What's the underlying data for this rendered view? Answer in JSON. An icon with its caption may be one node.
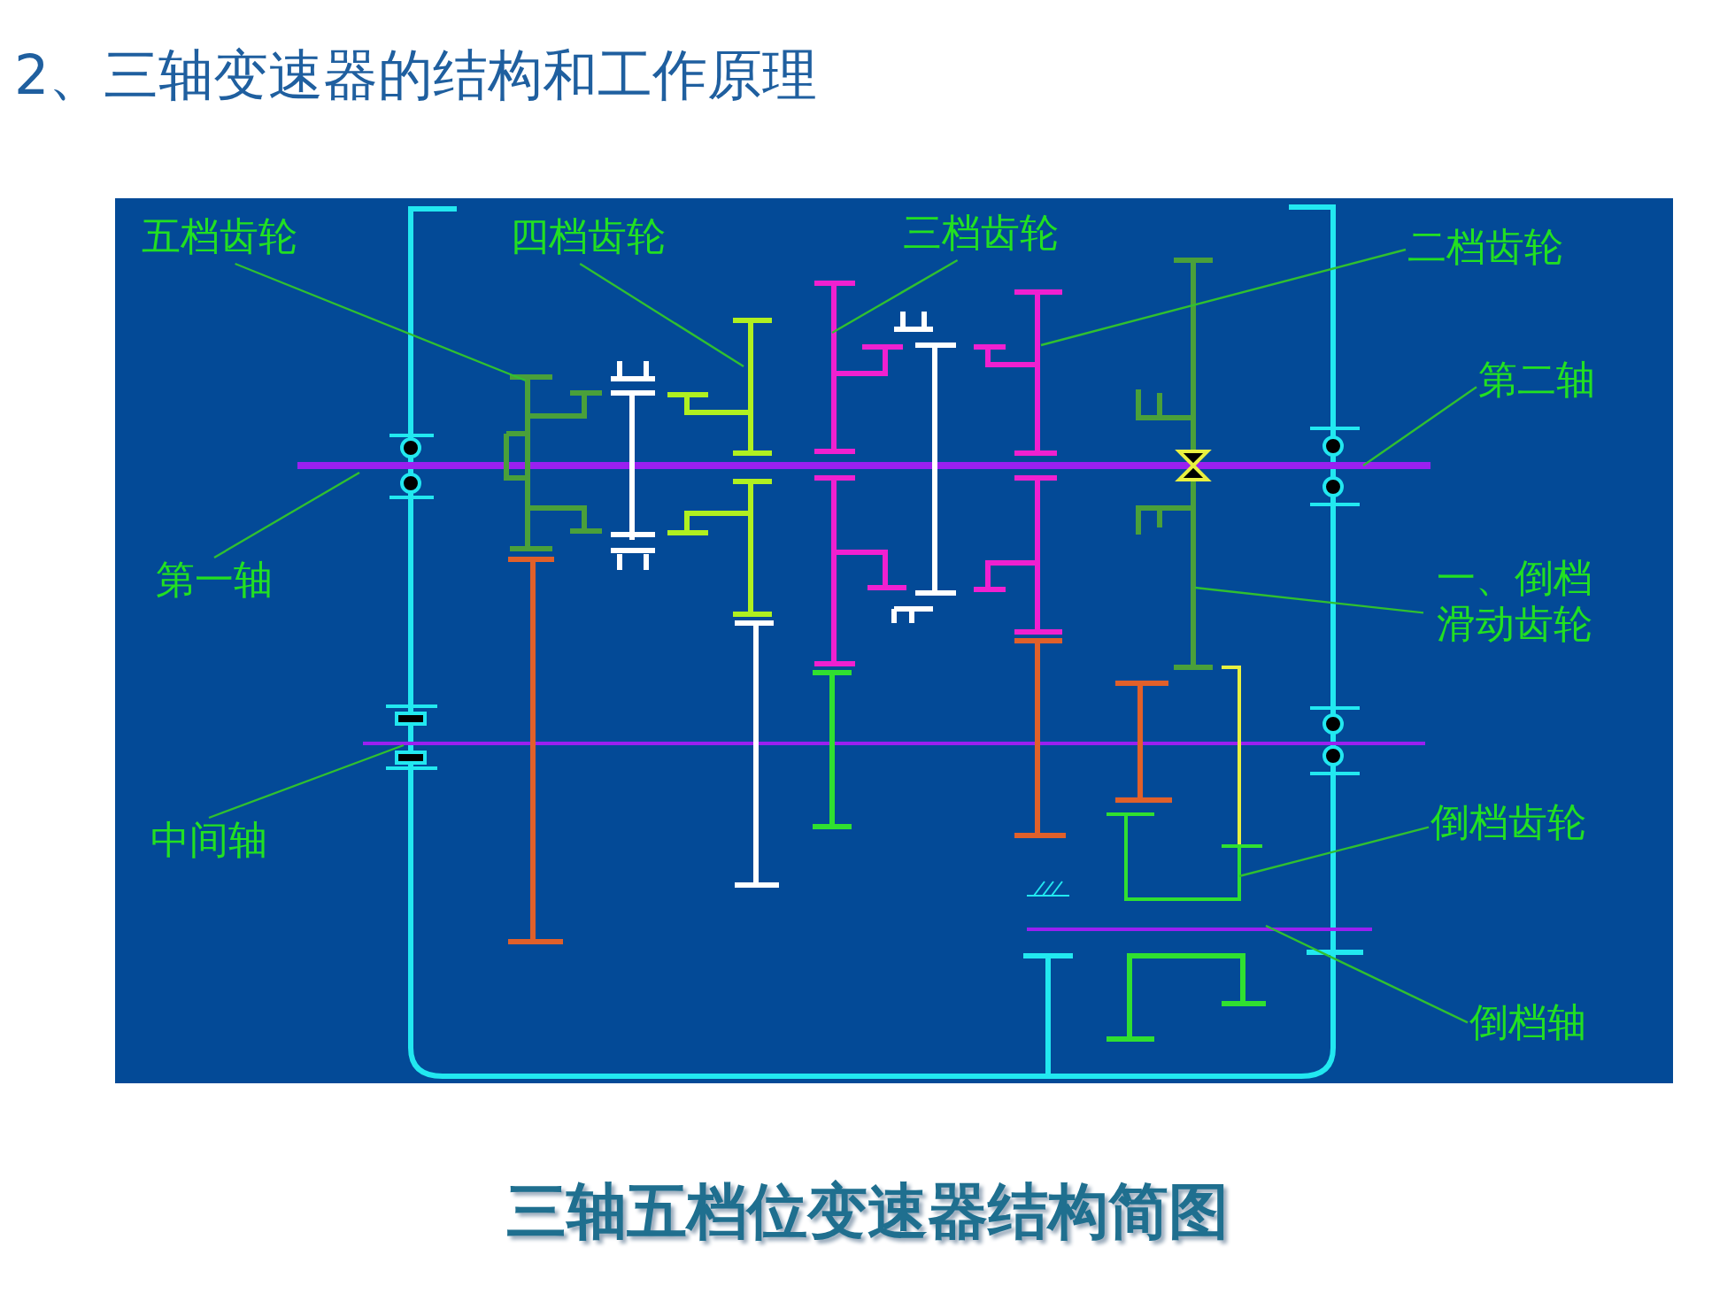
{
  "diagram": {
    "title": "2、三轴变速器的结构和工作原理",
    "caption": "三轴五档位变速器结构简图",
    "nodes": [
      {
        "text": [
          "五档齿轮"
        ]
      },
      {
        "text": [
          "四档齿轮"
        ]
      },
      {
        "text": [
          "三档齿轮"
        ]
      },
      {
        "text": [
          "二档齿轮"
        ]
      },
      {
        "text": [
          "第二轴"
        ]
      },
      {
        "text": [
          "第一轴"
        ]
      },
      {
        "text": [
          "一、倒档滑动齿轮"
        ]
      },
      {
        "text": [
          "中间轴"
        ]
      },
      {
        "text": [
          "倒档齿轮"
        ]
      },
      {
        "text": [
          "倒档轴"
        ]
      }
    ],
    "edges": [
      {
        "from": 0,
        "to": null,
        "arrow": "none"
      },
      {
        "from": 1,
        "to": null,
        "arrow": "none"
      },
      {
        "from": 2,
        "to": null,
        "arrow": "none"
      },
      {
        "from": 3,
        "to": null,
        "arrow": "none"
      },
      {
        "from": 4,
        "to": null,
        "arrow": "none"
      },
      {
        "from": 5,
        "to": null,
        "arrow": "none"
      },
      {
        "from": 6,
        "to": null,
        "arrow": "none"
      },
      {
        "from": 7,
        "to": null,
        "arrow": "none"
      },
      {
        "from": 8,
        "to": null,
        "arrow": "none"
      },
      {
        "from": 9,
        "to": null,
        "arrow": "none"
      }
    ]
  }
}
